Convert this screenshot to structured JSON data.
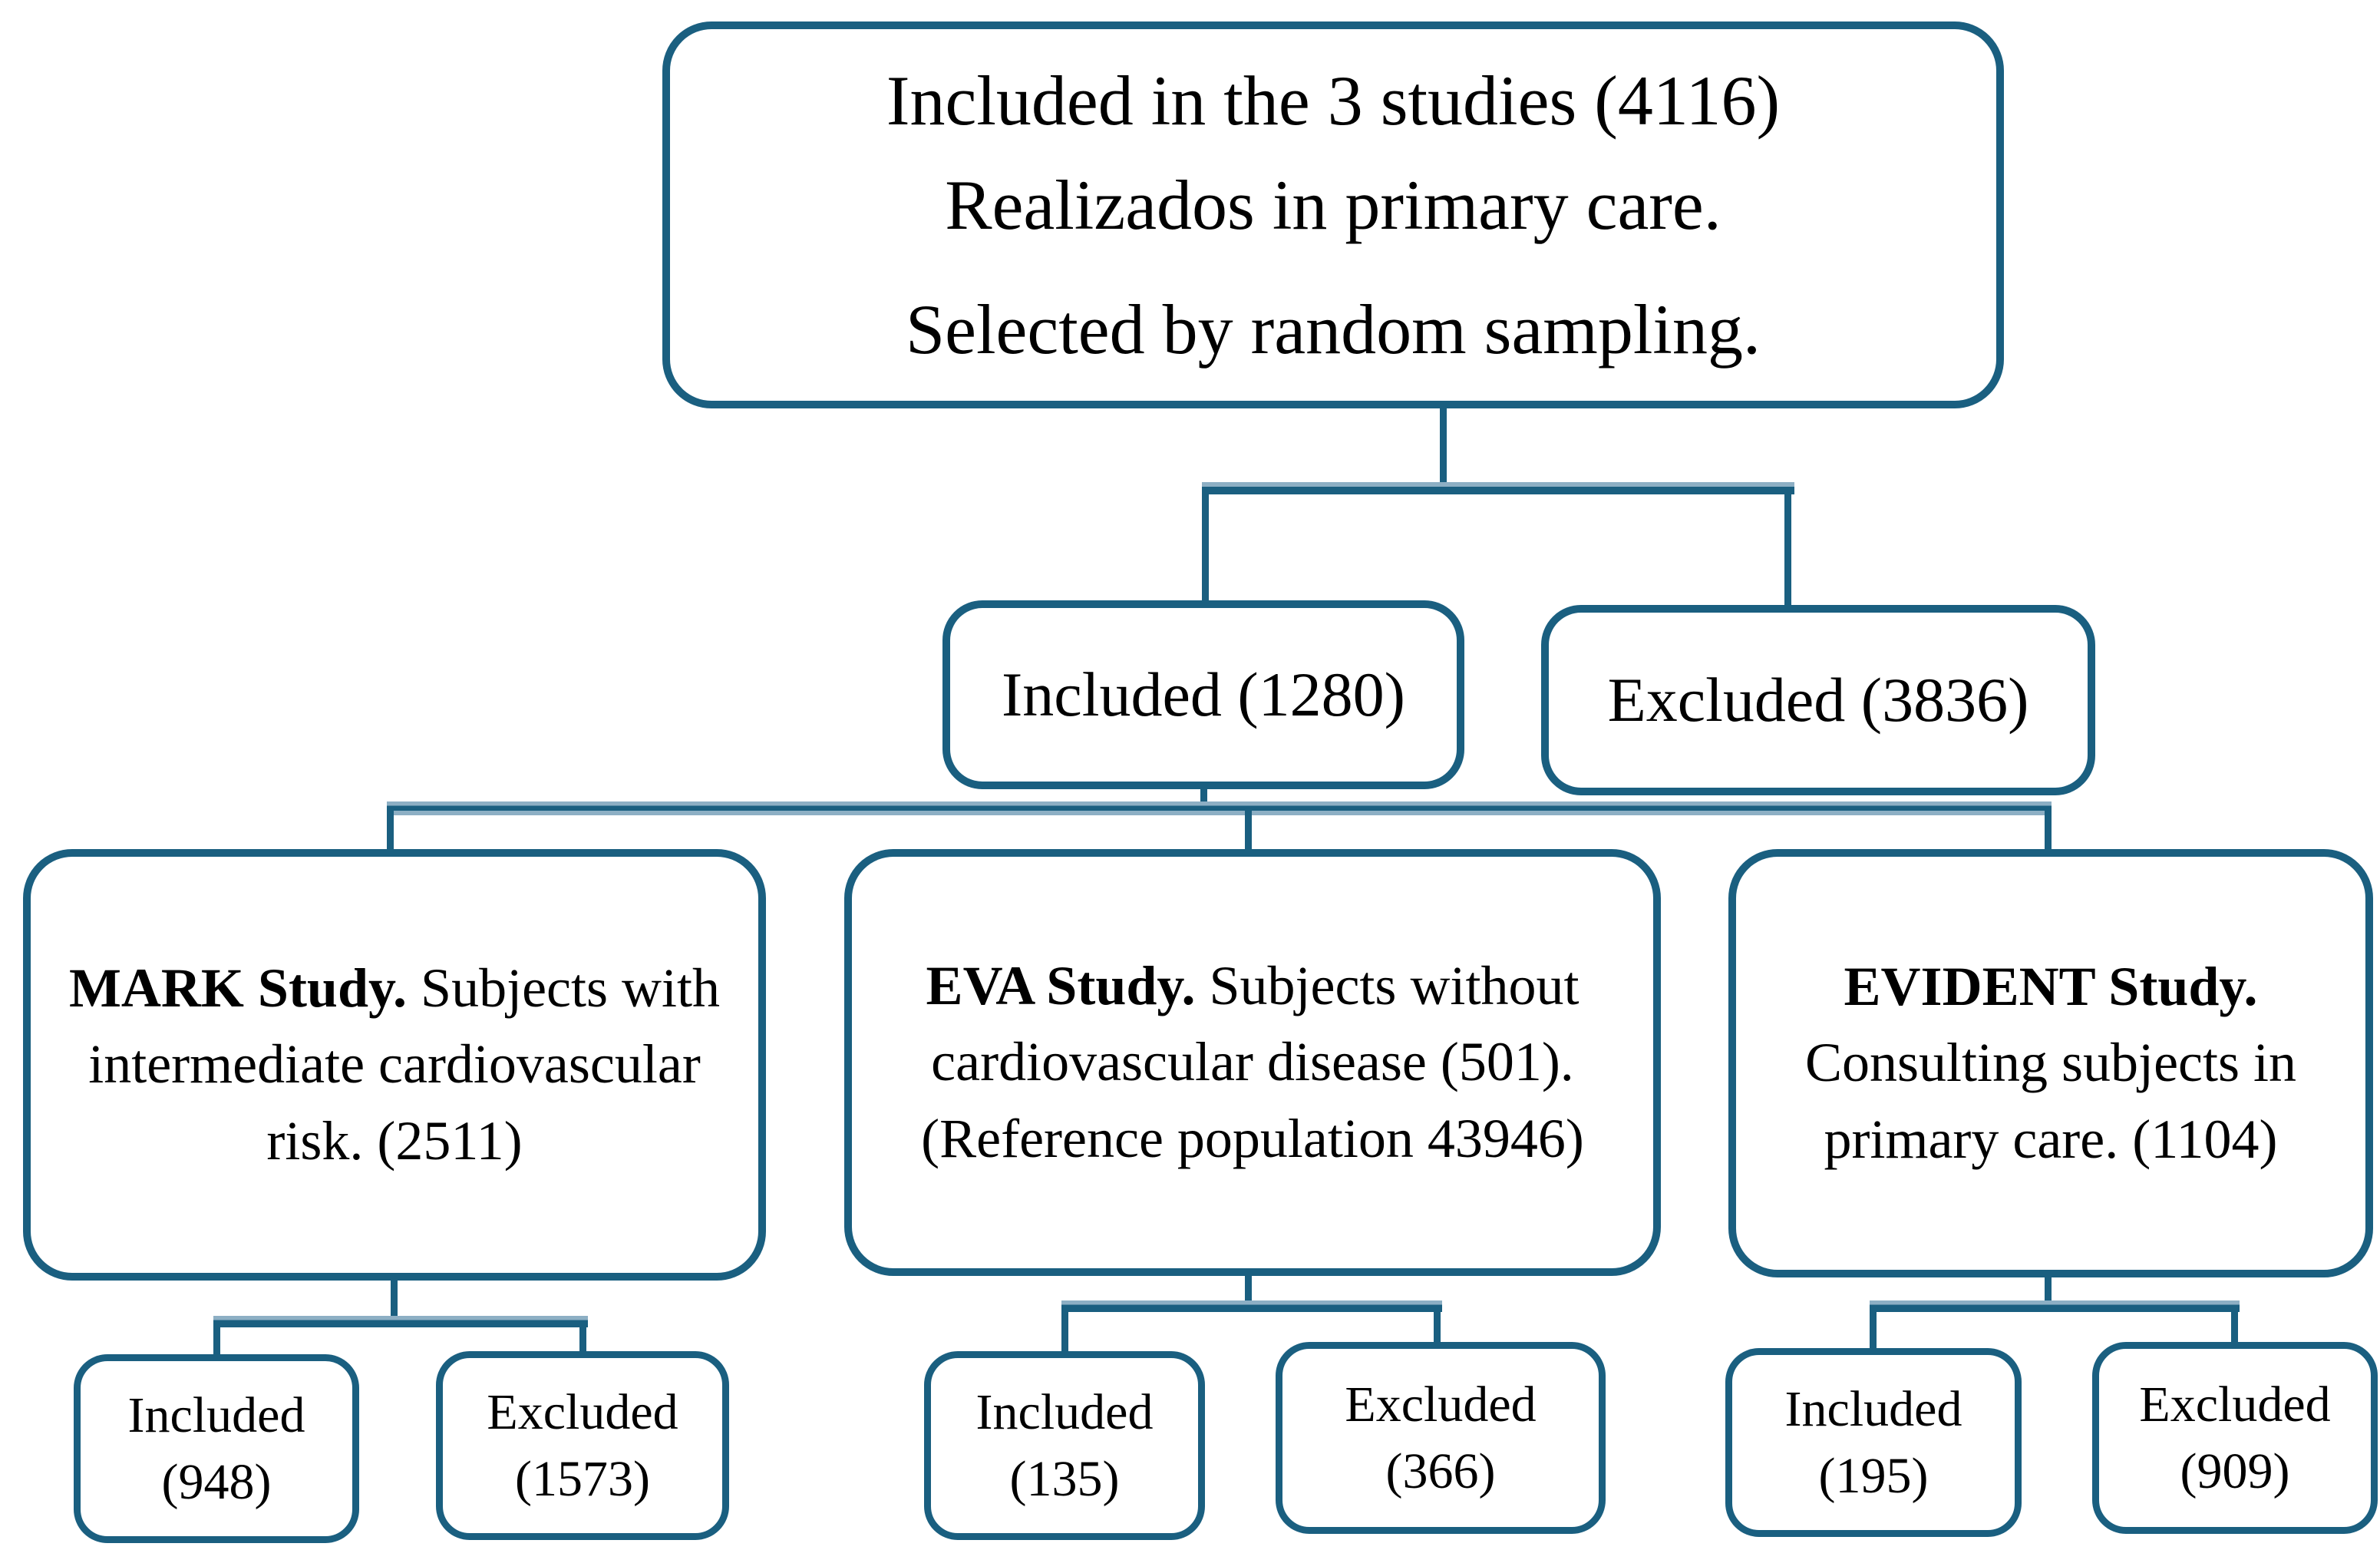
{
  "colors": {
    "line_dark": "#1a5f80",
    "line_light": "#8dafc4",
    "text": "#000000",
    "background": "#ffffff"
  },
  "flowchart": {
    "root": {
      "line1": "Included in the 3 studies (4116)",
      "line2": "Realizados in primary care.",
      "line3": "Selected by random sampling."
    },
    "level2": {
      "included": {
        "label": "Included (1280)"
      },
      "excluded": {
        "label": "Excluded (3836)"
      }
    },
    "studies": {
      "mark": {
        "name": "MARK Study.",
        "description": "Subjects with intermediate cardiovascular risk. (2511)"
      },
      "eva": {
        "name": "EVA Study.",
        "description": "Subjects without cardiovascular disease (501). (Reference population 43946)"
      },
      "evident": {
        "name": "EVIDENT Study.",
        "description": "Consulting subjects in primary care. (1104)"
      }
    },
    "outcomes": {
      "mark_included": {
        "label": "Included",
        "count": "(948)"
      },
      "mark_excluded": {
        "label": "Excluded",
        "count": "(1573)"
      },
      "eva_included": {
        "label": "Included",
        "count": "(135)"
      },
      "eva_excluded": {
        "label": "Excluded",
        "count": "(366)"
      },
      "evident_included": {
        "label": "Included",
        "count": "(195)"
      },
      "evident_excluded": {
        "label": "Excluded",
        "count": "(909)"
      }
    }
  }
}
